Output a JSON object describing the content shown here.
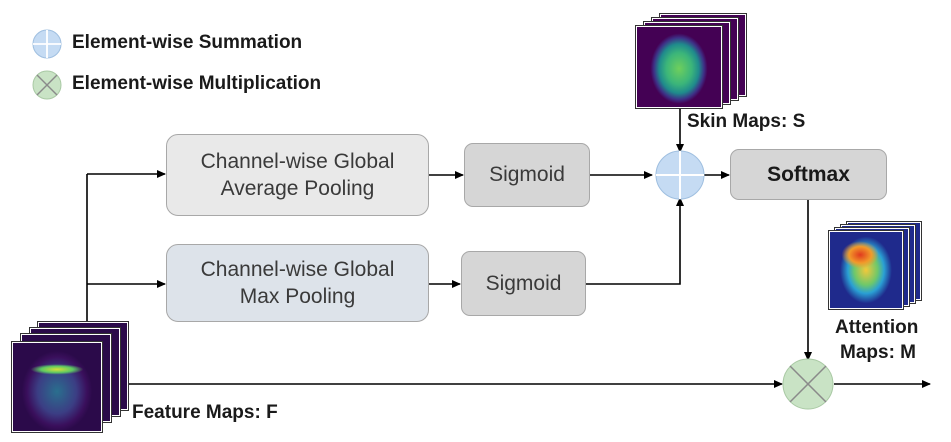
{
  "legend": {
    "summation": "Element-wise Summation",
    "multiplication": "Element-wise Multiplication"
  },
  "nodes": {
    "avg_pool": [
      "Channel-wise Global",
      "Average Pooling"
    ],
    "max_pool": [
      "Channel-wise Global",
      "Max Pooling"
    ],
    "sigmoid_top": "Sigmoid",
    "sigmoid_bottom": "Sigmoid",
    "softmax": "Softmax"
  },
  "labels": {
    "skin_maps": "Skin Maps: S",
    "attention_maps_line1": "Attention",
    "attention_maps_line2": "Maps: M",
    "feature_maps": "Feature Maps: F"
  },
  "colors": {
    "summation_fill": "#c5dbf3",
    "multiplication_fill": "#c9e3c5",
    "viridis_dark": "#440154",
    "viridis_mid": "#21918c",
    "viridis_light": "#fde725",
    "jet_dark": "#1f2a8c",
    "jet_red": "#e03a1e"
  }
}
